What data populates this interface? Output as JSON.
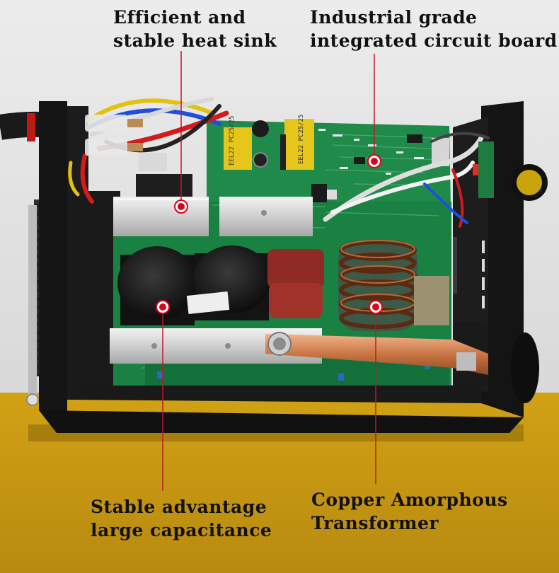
{
  "callouts": {
    "heat_sink": {
      "line1": "Efficient and",
      "line2": "stable heat sink"
    },
    "circuit_board": {
      "line1": "Industrial grade",
      "line2": "integrated circuit board"
    },
    "capacitance": {
      "line1": "Stable advantage",
      "line2": "large capacitance"
    },
    "transformer": {
      "line1": "Copper Amorphous",
      "line2": "Transformer"
    }
  },
  "pcb_labels": {
    "cap1": "EEL22 PC25/25",
    "cap2": "EEL22 PC25/25"
  },
  "colors": {
    "background_top": "#e3e3e3",
    "floor": "#c99a14",
    "pcb": "#1f8a4a",
    "frame": "#151515",
    "marker": "#e0001b",
    "leader": "#c0182a"
  }
}
